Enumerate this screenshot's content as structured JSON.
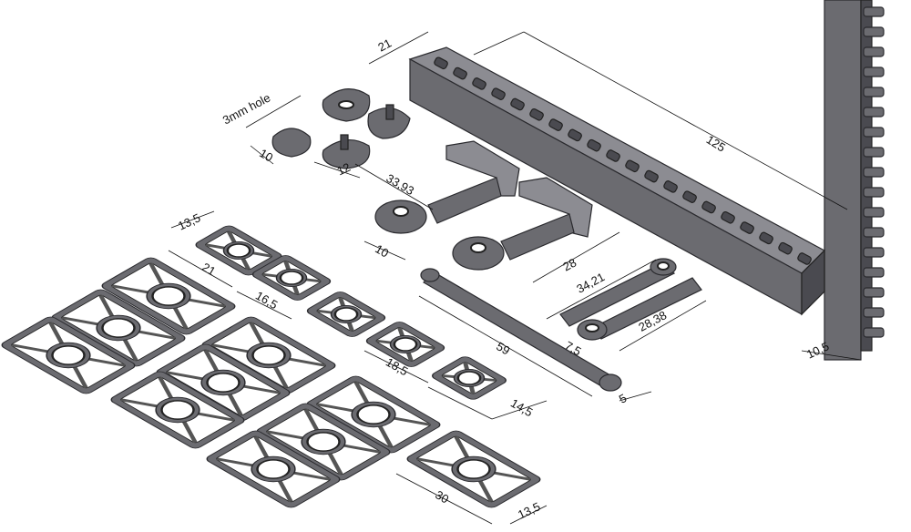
{
  "drawing": {
    "dimensions": {
      "rail_width": "21",
      "rail_length": "125",
      "hole_note": "3mm hole",
      "cam_height": "10",
      "cam_width": "12",
      "arm_length": "33,93",
      "arm_base": "10",
      "arm2_length": "28",
      "link_long": "34,21",
      "link_short": "28,38",
      "link_boss": "7,5",
      "rod_length": "59",
      "rod_end": "5",
      "column_width": "10,5",
      "plate_small_width": "13,5",
      "plate_small_length": "21",
      "plate_trap_length": "16,5",
      "plate_b_length": "18,5",
      "plate_c_length": "14,5",
      "plate_large_length": "30",
      "plate_large_width": "13,5"
    }
  }
}
